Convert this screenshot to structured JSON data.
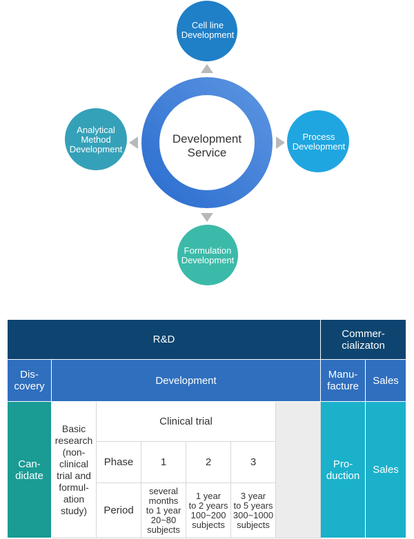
{
  "diagram": {
    "center": {
      "line1": "Development",
      "line2": "Service"
    },
    "nodes": {
      "top": {
        "line1": "Cell line",
        "line2": "Development",
        "line3": "",
        "color": "#1f7fc7"
      },
      "right": {
        "line1": "Process",
        "line2": "Development",
        "line3": "",
        "color": "#1fa6e0"
      },
      "bottom": {
        "line1": "Formulation",
        "line2": "Development",
        "line3": "",
        "color": "#3cbaa9"
      },
      "left": {
        "line1": "Analytical",
        "line2": "Method",
        "line3": "Development",
        "color": "#35a1b8"
      }
    },
    "ring_colors": [
      "#2d6fd0",
      "#5a93e0"
    ],
    "arrow_color": "#b9b9b9"
  },
  "table": {
    "rd": "R&D",
    "commercialization": "Commer-\ncializaton",
    "discovery": "Dis-\ncovery",
    "development": "Development",
    "manufacture": "Manu-\nfacture",
    "sales_header": "Sales",
    "candidate": "Can-\ndidate",
    "basic_research": "Basic\nresearch\n(non-\nclinical\ntrial and\nformul-\nation\nstudy)",
    "clinical_trial": "Clinical trial",
    "phase_label": "Phase",
    "phase_1": "1",
    "phase_2": "2",
    "phase_3": "3",
    "period_label": "Period",
    "period_1": "several\nmonths\nto 1 year\n20~80\nsubjects",
    "period_2": "1 year\nto 2 years\n100~200\nsubjects",
    "period_3": "3 year\nto 5 years\n300~1000\nsubjects",
    "production": "Pro-\nduction",
    "sales": "Sales",
    "colors": {
      "dark": "#0d4570",
      "blue": "#2f6fbe",
      "teal": "#1a9b94",
      "cyan": "#1bb1cb",
      "gray": "#ececec"
    }
  }
}
